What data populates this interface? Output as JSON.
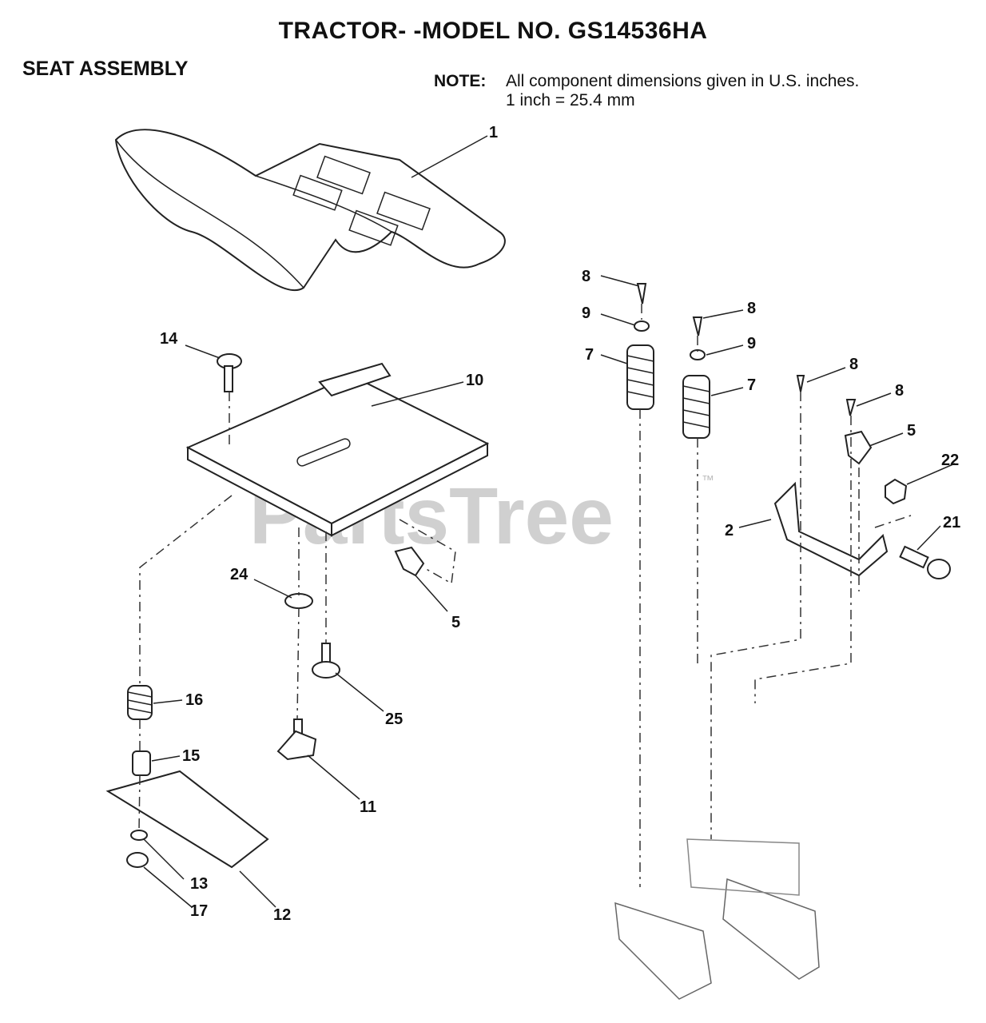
{
  "header": {
    "title": "TRACTOR- -MODEL NO. GS14536HA",
    "section": "SEAT ASSEMBLY"
  },
  "note": {
    "label": "NOTE:",
    "line1": "All component dimensions given in U.S. inches.",
    "line2": "1 inch = 25.4 mm"
  },
  "watermark": {
    "text": "PartsTree",
    "mark": "™"
  },
  "callouts": [
    "1",
    "14",
    "10",
    "24",
    "5",
    "16",
    "15",
    "25",
    "11",
    "13",
    "17",
    "12",
    "8",
    "9",
    "7",
    "8",
    "9",
    "7",
    "8",
    "8",
    "5",
    "22",
    "2",
    "21"
  ]
}
